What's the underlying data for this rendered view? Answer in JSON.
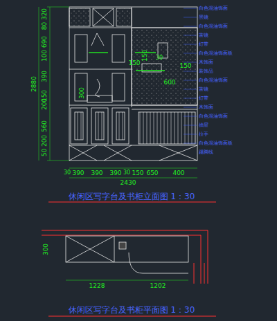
{
  "diagram": {
    "title": "休闲区写字台及书柜立面图 1：30",
    "caption": "休闲区写字台及书柜平面图 1：30",
    "labels": [
      "320",
      "80",
      "690",
      "100",
      "390",
      "150",
      "200",
      "560",
      "200",
      "50",
      "2880",
      "30",
      "390",
      "390",
      "390",
      "30",
      "150",
      "650",
      "400",
      "2430",
      "150",
      "600",
      "150",
      "30",
      "150",
      "300",
      "300",
      "1228",
      "1202",
      "白色混油饰面",
      "黑镜",
      "白色混油饰面",
      "茶镜",
      "灯带",
      "白色混油饰面板",
      "木饰面",
      "装饰品",
      "白色混油饰面",
      "茶镜",
      "灯带",
      "木饰面",
      "白色混油饰面",
      "抽屉",
      "拉手",
      "白色混油饰面板",
      "踢脚线"
    ]
  }
}
